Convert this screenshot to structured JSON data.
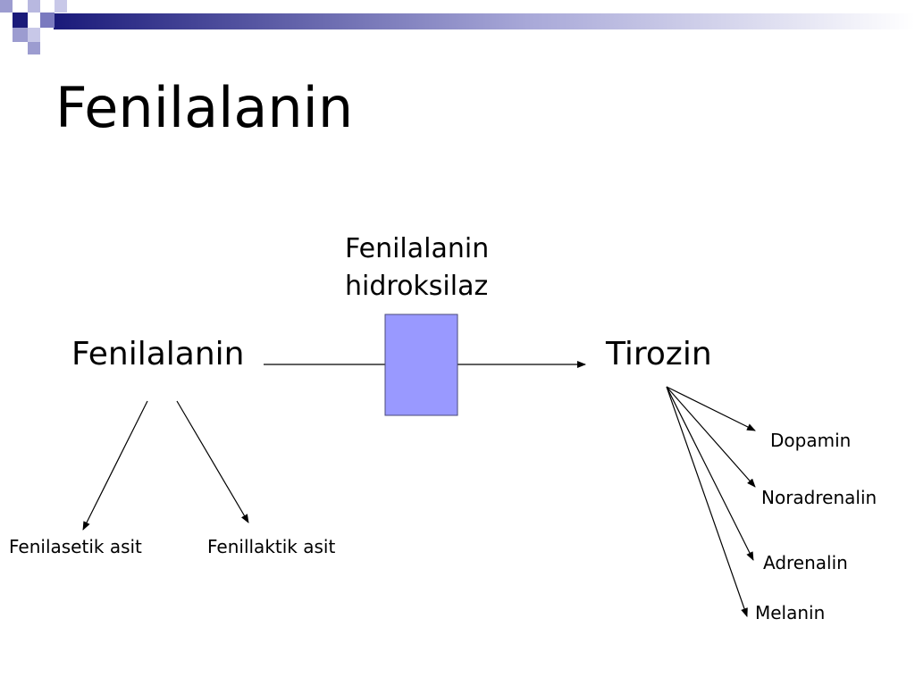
{
  "title": "Fenilalanin",
  "diagram": {
    "enzyme_label_line1": "Fenilalanin",
    "enzyme_label_line2": "hidroksilaz",
    "substrate": "Fenilalanin",
    "product": "Tirozin",
    "side_products": [
      "Fenilasetik asit",
      "Fenillaktik asit"
    ],
    "derivatives": [
      "Dopamin",
      "Noradrenalin",
      "Adrenalin",
      "Melanin"
    ]
  },
  "colors": {
    "header_dark": "#1a1a7a",
    "header_mid": "#8f8fc9",
    "enzyme_box": "#9999ff"
  }
}
